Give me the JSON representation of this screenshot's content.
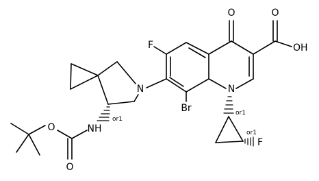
{
  "molecule": {
    "atoms": {
      "o_keto": "O",
      "oh_acid": "OH",
      "o_acid": "O",
      "f_ring": "F",
      "n_pyrrolidine": "N",
      "n_quinolone": "N",
      "br": "Br",
      "nh": "NH",
      "o_boc_ester": "O",
      "o_boc_carbonyl": "O",
      "f_cyclopropyl": "F"
    },
    "stereo_labels": {
      "spiro_center": "or1",
      "cyclopropyl_c1": "or1",
      "cyclopropyl_c2": "or1"
    }
  }
}
